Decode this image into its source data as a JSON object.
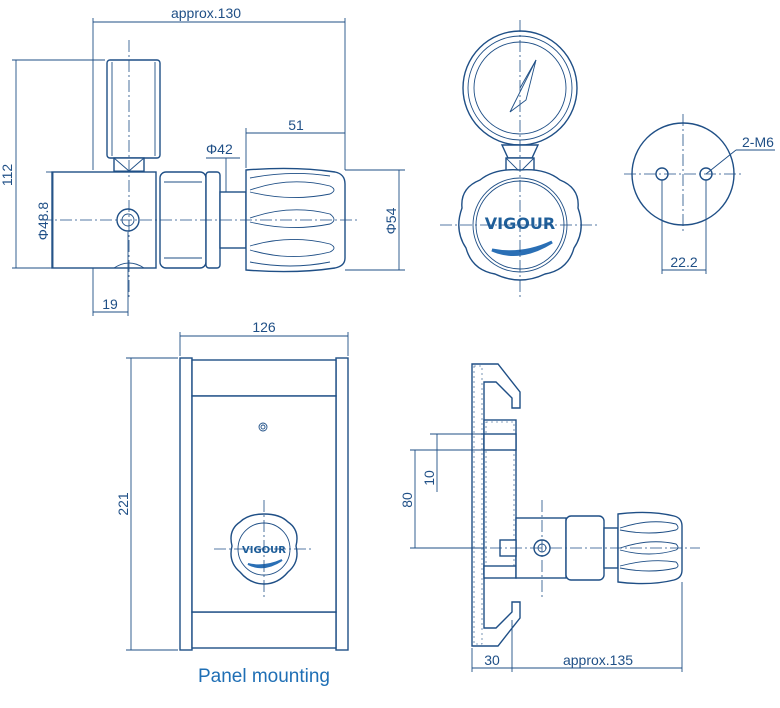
{
  "dimensions": {
    "top_width": "approx.130",
    "height_112": "112",
    "length_51": "51",
    "dia_42": "Φ42",
    "dia_48_8": "Φ48.8",
    "dia_54": "Φ54",
    "len_19": "19",
    "holes": "2-M6",
    "spacing": "22.2",
    "panel_width": "126",
    "panel_height": "221",
    "side_80": "80",
    "side_10": "10",
    "side_30": "30",
    "side_135": "approx.135"
  },
  "brand": {
    "logo_text": "VIGOUR",
    "swoosh_color": "#2a6fb5"
  },
  "caption": "Panel mounting",
  "colors": {
    "line": "#1f4f86",
    "caption": "#1f6fb5"
  }
}
